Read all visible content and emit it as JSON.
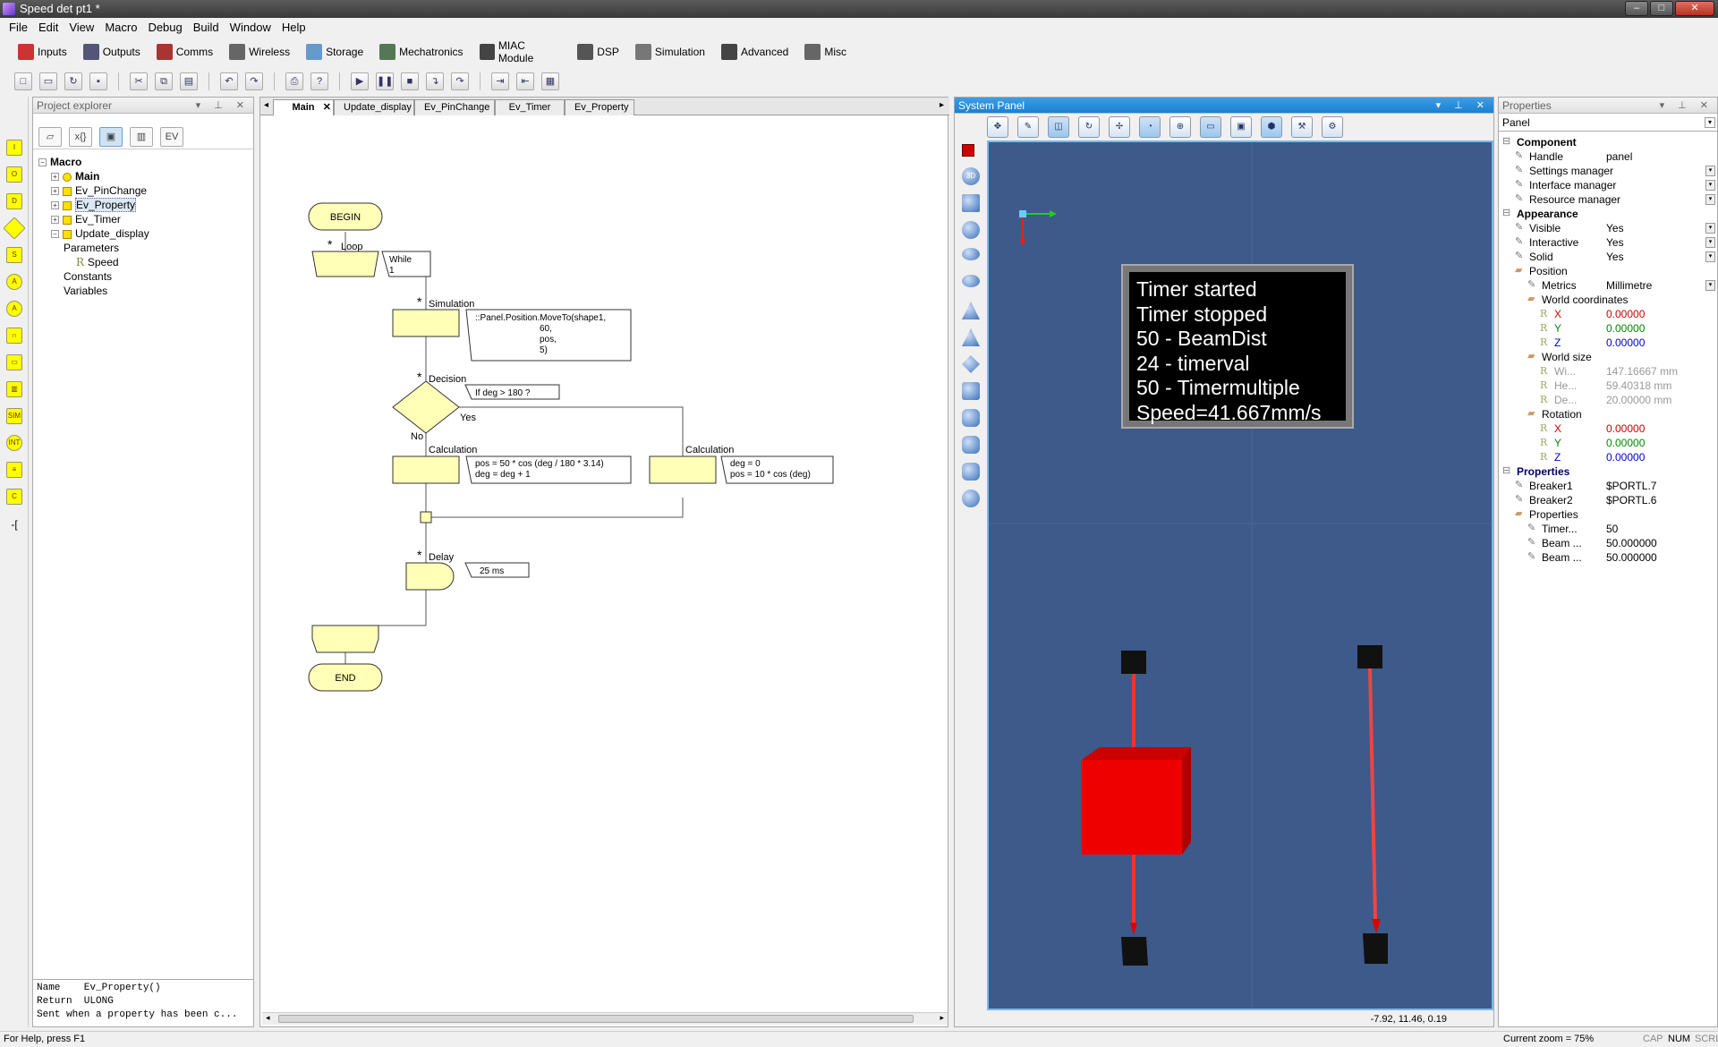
{
  "window": {
    "title": "Speed det pt1 *"
  },
  "menu": [
    "File",
    "Edit",
    "View",
    "Macro",
    "Debug",
    "Build",
    "Window",
    "Help"
  ],
  "toolbar_groups": [
    {
      "label": "Inputs",
      "color": "#c33"
    },
    {
      "label": "Outputs",
      "color": "#557"
    },
    {
      "label": "Comms",
      "color": "#a33"
    },
    {
      "label": "Wireless",
      "color": "#666"
    },
    {
      "label": "Storage",
      "color": "#69c"
    },
    {
      "label": "Mechatronics",
      "color": "#575"
    },
    {
      "label": "MIAC Module",
      "color": "#444"
    },
    {
      "label": "DSP",
      "color": "#555"
    },
    {
      "label": "Simulation",
      "color": "#777"
    },
    {
      "label": "Advanced",
      "color": "#444"
    },
    {
      "label": "Misc",
      "color": "#666"
    }
  ],
  "explorer": {
    "title": "Project explorer",
    "tabs": [
      "▱",
      "x{}",
      "▣",
      "▥",
      "EV"
    ],
    "tree": [
      {
        "label": "Macro",
        "bold": true,
        "depth": 0
      },
      {
        "label": "Main",
        "bold": true,
        "depth": 1,
        "icon": "circle"
      },
      {
        "label": "Ev_PinChange",
        "depth": 1
      },
      {
        "label": "Ev_Property",
        "depth": 1,
        "selected": true
      },
      {
        "label": "Ev_Timer",
        "depth": 1
      },
      {
        "label": "Update_display",
        "depth": 1
      },
      {
        "label": "Parameters",
        "depth": 2
      },
      {
        "label": "Speed",
        "depth": 3
      },
      {
        "label": "Constants",
        "depth": 2
      },
      {
        "label": "Variables",
        "depth": 2
      }
    ],
    "info": [
      "Name    Ev_Property()",
      "Return  ULONG",
      "Sent when a property has been c..."
    ]
  },
  "editor": {
    "tabs": [
      "Main",
      "Update_display",
      "Ev_PinChange",
      "Ev_Timer",
      "Ev_Property"
    ],
    "flow": {
      "begin": "BEGIN",
      "end": "END",
      "loop_label": "Loop",
      "loop_cond1": "While",
      "loop_cond2": "1",
      "sim_label": "Simulation",
      "sim_code": [
        "::Panel.Position.MoveTo(shape1,",
        "60,",
        "pos,",
        "5)"
      ],
      "decision_label": "Decision",
      "decision_cond": "If  deg > 180 ?",
      "yes": "Yes",
      "no": "No",
      "calc_label": "Calculation",
      "calc1": [
        "pos = 50 * cos (deg / 180 * 3.14)",
        "deg = deg + 1"
      ],
      "calc2": [
        "deg = 0",
        "pos = 10 * cos (deg)"
      ],
      "delay_label": "Delay",
      "delay_val": "25 ms"
    }
  },
  "system_panel": {
    "title": "System Panel",
    "lcd": [
      "Timer started",
      "Timer stopped",
      "50 - BeamDist",
      "24 - timerval",
      "50 - Timermultiple",
      "Speed=41.667mm/s"
    ],
    "coords": "-7.92, 11.46, 0.19"
  },
  "properties": {
    "title": "Properties",
    "selected": "Panel",
    "rows": [
      {
        "k": "Component",
        "cat": true,
        "d": 0
      },
      {
        "k": "Handle",
        "v": "panel",
        "d": 1
      },
      {
        "k": "Settings manager",
        "d": 1,
        "dd": true
      },
      {
        "k": "Interface manager",
        "d": 1,
        "dd": true
      },
      {
        "k": "Resource manager",
        "d": 1,
        "dd": true
      },
      {
        "k": "Appearance",
        "cat": true,
        "d": 0
      },
      {
        "k": "Visible",
        "v": "Yes",
        "d": 1,
        "dd": true
      },
      {
        "k": "Interactive",
        "v": "Yes",
        "d": 1,
        "dd": true
      },
      {
        "k": "Solid",
        "v": "Yes",
        "d": 1,
        "dd": true
      },
      {
        "k": "Position",
        "d": 1,
        "folder": true
      },
      {
        "k": "Metrics",
        "v": "Millimetre",
        "d": 2,
        "dd": true
      },
      {
        "k": "World coordinates",
        "d": 2,
        "folder": true
      },
      {
        "k": "X",
        "v": "0.00000",
        "d": 3,
        "c": "#c00"
      },
      {
        "k": "Y",
        "v": "0.00000",
        "d": 3,
        "c": "#080"
      },
      {
        "k": "Z",
        "v": "0.00000",
        "d": 3,
        "c": "#00c"
      },
      {
        "k": "World size",
        "d": 2,
        "folder": true
      },
      {
        "k": "Wi...",
        "v": "147.16667 mm",
        "d": 3,
        "c": "#999"
      },
      {
        "k": "He...",
        "v": "59.40318 mm",
        "d": 3,
        "c": "#999"
      },
      {
        "k": "De...",
        "v": "20.00000 mm",
        "d": 3,
        "c": "#999"
      },
      {
        "k": "Rotation",
        "d": 2,
        "folder": true
      },
      {
        "k": "X",
        "v": "0.00000",
        "d": 3,
        "c": "#c00"
      },
      {
        "k": "Y",
        "v": "0.00000",
        "d": 3,
        "c": "#080"
      },
      {
        "k": "Z",
        "v": "0.00000",
        "d": 3,
        "c": "#00c"
      },
      {
        "k": "Properties",
        "cat": true,
        "d": 0,
        "blue": true
      },
      {
        "k": "Breaker1",
        "v": "$PORTL.7",
        "d": 1
      },
      {
        "k": "Breaker2",
        "v": "$PORTL.6",
        "d": 1
      },
      {
        "k": "Properties",
        "d": 1,
        "folder": true
      },
      {
        "k": "Timer...",
        "v": "50",
        "d": 2
      },
      {
        "k": "Beam ...",
        "v": "50.000000",
        "d": 2
      },
      {
        "k": "Beam ...",
        "v": "50.000000",
        "d": 2
      }
    ]
  },
  "status": {
    "help": "For Help, press F1",
    "zoom": "Current zoom = 75%",
    "caps": "CAP",
    "num": "NUM",
    "scrl": "SCRL"
  }
}
